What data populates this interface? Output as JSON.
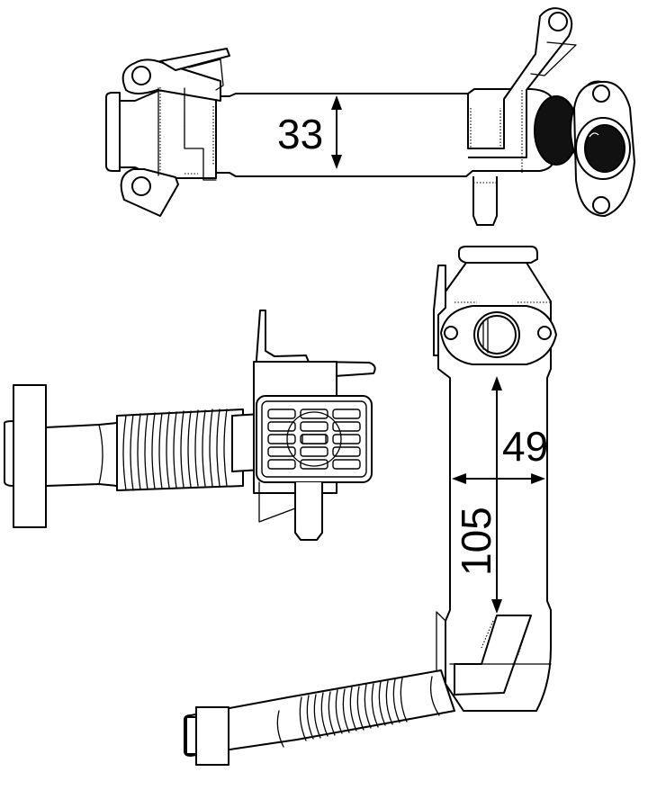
{
  "diagram": {
    "subject": "EGR cooler technical drawing",
    "background_color": "#ffffff",
    "line_color": "#000000",
    "views": [
      {
        "id": "top-view",
        "label": "top view (horizontal cooler body)"
      },
      {
        "id": "side-view",
        "label": "end view with corrugated hose and rectangular core"
      },
      {
        "id": "front-view",
        "label": "front view (vertical cooler body with bent hose)"
      }
    ],
    "dimensions": {
      "height_top": {
        "value": "33",
        "orientation": "vertical"
      },
      "width_front": {
        "value": "49",
        "orientation": "horizontal"
      },
      "length_front": {
        "value": "105",
        "orientation": "vertical-rotated"
      }
    }
  }
}
